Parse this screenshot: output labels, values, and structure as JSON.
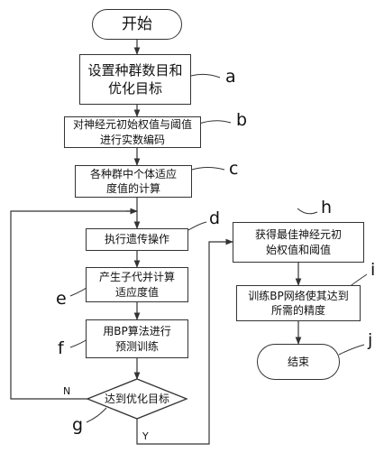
{
  "nodes": {
    "start": "开始",
    "setup": "设置种群数目和优化目标",
    "encode": "对神经元初始权值与阈值进行实数编码",
    "fitness": "各种群中个体适应度值的计算",
    "genetic": "执行遗传操作",
    "offspring": "产生子代并计算适应度值",
    "bp_predict": "用BP算法进行预测训练",
    "goal": "达到优化目标",
    "best": "获得最佳神经元初始权值和阈值",
    "train": "训练BP网络使其达到所需的精度",
    "end": "结束"
  },
  "labels": {
    "a": "a",
    "b": "b",
    "c": "c",
    "d": "d",
    "e": "e",
    "f": "f",
    "g": "g",
    "h": "h",
    "i": "i",
    "j": "j"
  },
  "branches": {
    "no": "N",
    "yes": "Y"
  },
  "colors": {
    "stroke": "#333333",
    "text": "#111111",
    "background": "#ffffff"
  }
}
